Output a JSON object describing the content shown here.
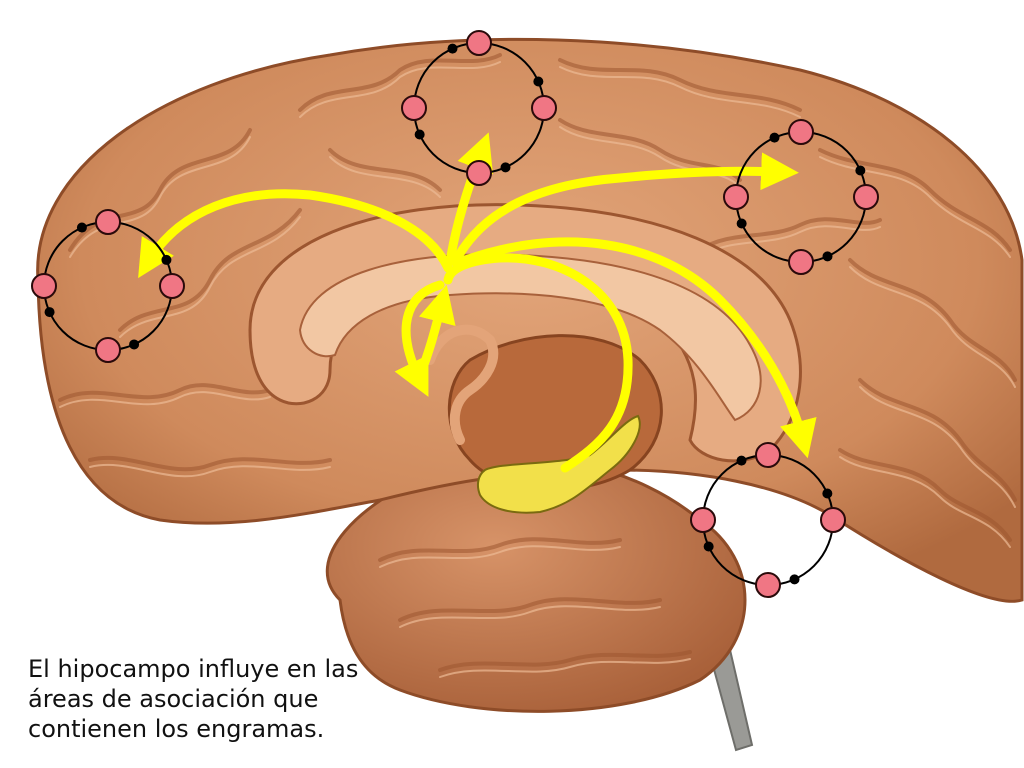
{
  "caption": {
    "lines": [
      "El hipocampo influye en las",
      "áreas de asociación que",
      "contienen los engramas."
    ]
  },
  "colors": {
    "background": "#ffffff",
    "brain": "#cf8a5c",
    "gyri_highlight": "#e9b48e",
    "sulci": "#9c5630",
    "hippocampus": "#f2e04a",
    "arrow": "#ffff00",
    "neuron": "#f07684",
    "synapse": "#000000",
    "text": "#111111"
  },
  "diagram": {
    "nodes": [
      {
        "id": "hippocampus",
        "label": ""
      },
      {
        "id": "assembly-frontal",
        "label": "",
        "neurons": 4
      },
      {
        "id": "assembly-top",
        "label": "",
        "neurons": 4
      },
      {
        "id": "assembly-parietal",
        "label": "",
        "neurons": 4
      },
      {
        "id": "assembly-temporal",
        "label": "",
        "neurons": 4
      }
    ],
    "edges": [
      {
        "from": "hippocampus",
        "to": "assembly-frontal"
      },
      {
        "from": "hippocampus",
        "to": "assembly-top"
      },
      {
        "from": "hippocampus",
        "to": "assembly-parietal"
      },
      {
        "from": "hippocampus",
        "to": "assembly-temporal"
      },
      {
        "from": "hippocampus",
        "to": "diencephalon"
      }
    ]
  }
}
